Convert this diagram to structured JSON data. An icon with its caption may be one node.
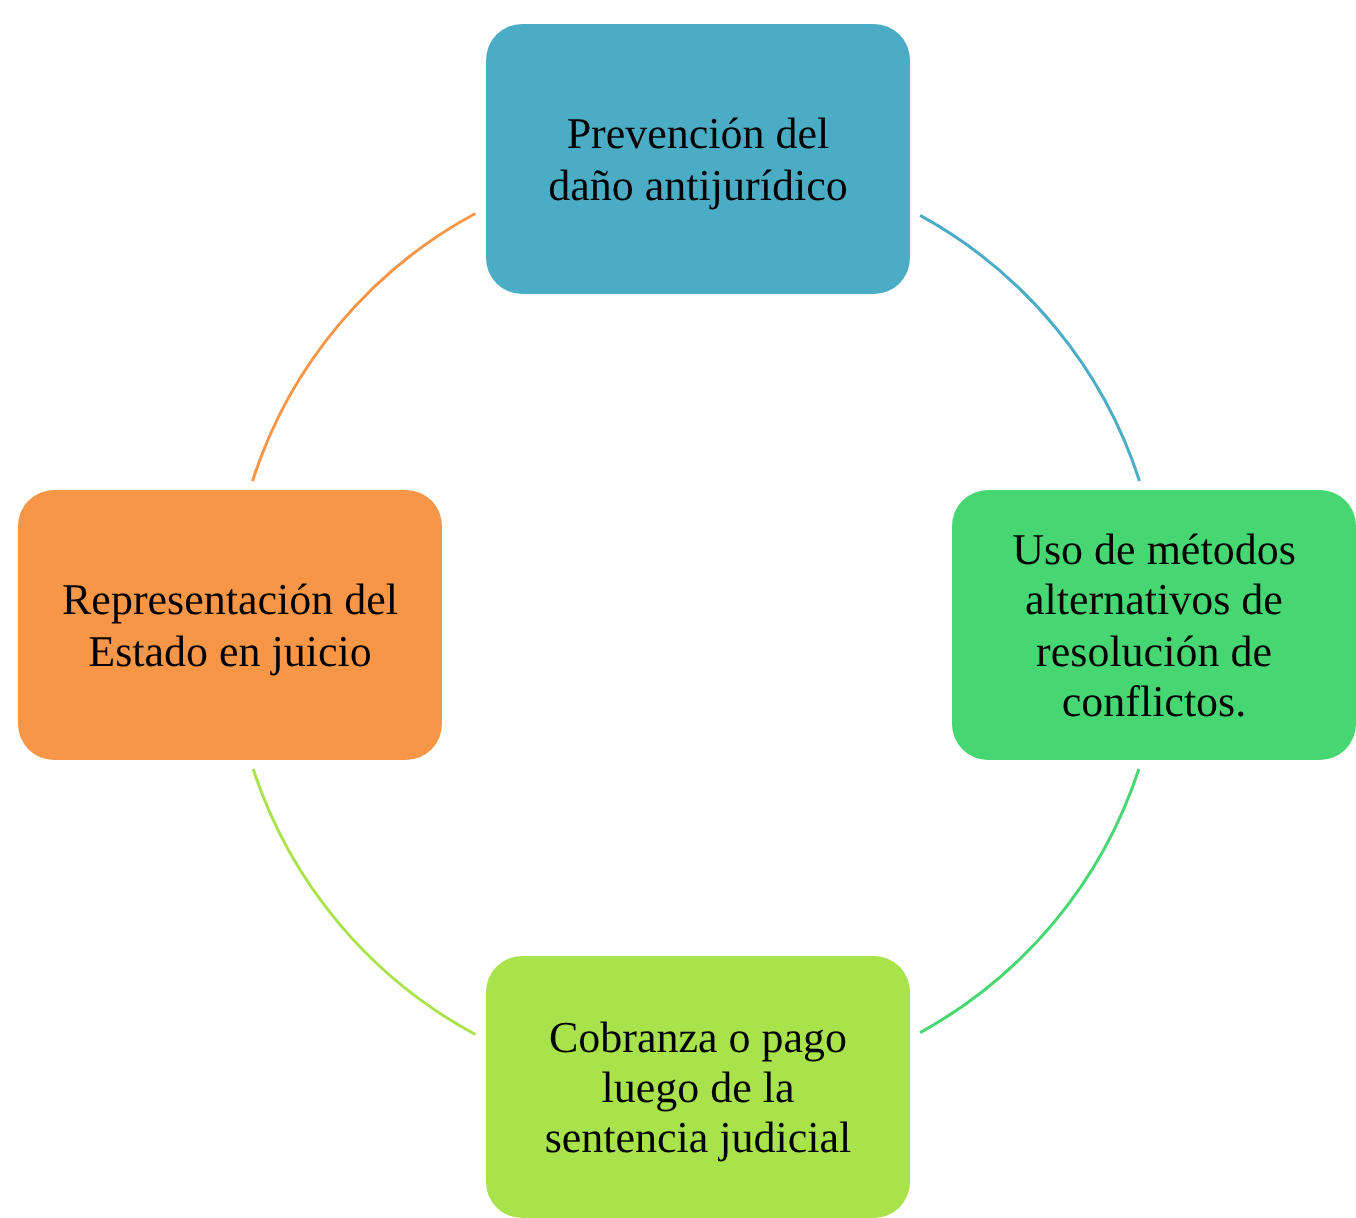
{
  "diagram": {
    "nodes": [
      {
        "text": [
          "Prevención del daño antijurídico"
        ]
      },
      {
        "text": [
          "Uso de métodos alternativos de resolución de conflictos."
        ]
      },
      {
        "text": [
          "Cobranza o pago luego de la sentencia judicial"
        ]
      },
      {
        "text": [
          "Representación del Estado en juicio"
        ]
      }
    ],
    "edges": [
      {
        "from": 0,
        "to": 1,
        "arrow": "none",
        "color": "#4bacc6"
      },
      {
        "from": 1,
        "to": 2,
        "arrow": "none",
        "color": "#46d672"
      },
      {
        "from": 2,
        "to": 3,
        "arrow": "none",
        "color": "#a9e34b"
      },
      {
        "from": 3,
        "to": 0,
        "arrow": "none",
        "color": "#f79646"
      }
    ]
  }
}
